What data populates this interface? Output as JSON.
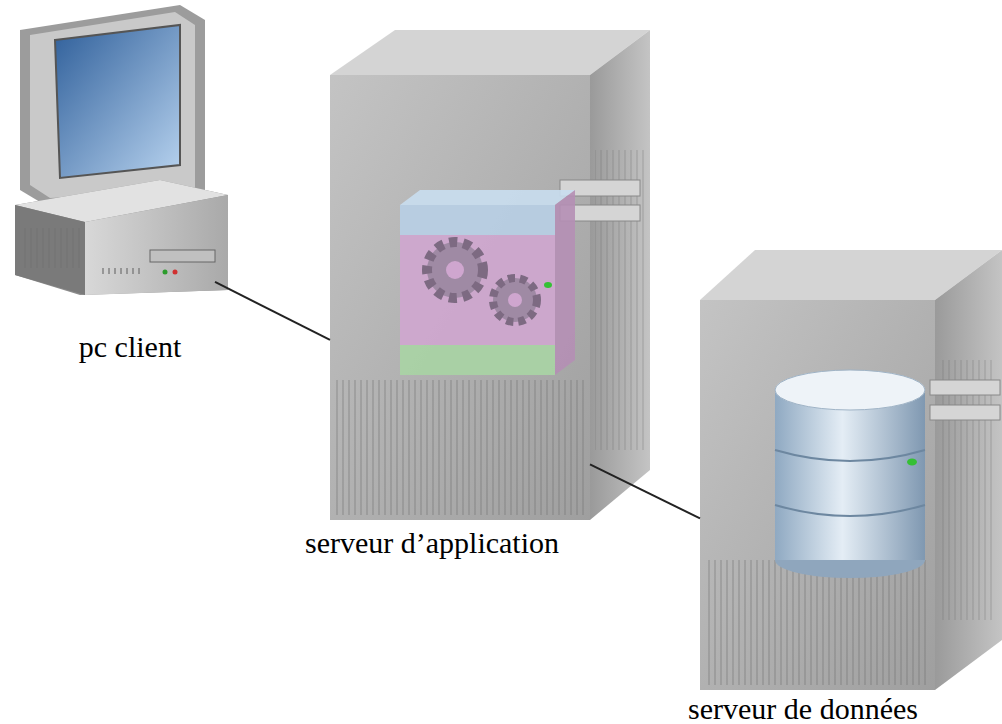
{
  "diagram": {
    "nodes": [
      {
        "text": [
          "pc client"
        ]
      },
      {
        "text": [
          "serveur d’application"
        ]
      },
      {
        "text": [
          "serveur de données"
        ]
      }
    ],
    "edges": [
      {
        "from": 0,
        "to": 1,
        "arrow": "none"
      },
      {
        "from": 1,
        "to": 2,
        "arrow": "none"
      }
    ]
  }
}
